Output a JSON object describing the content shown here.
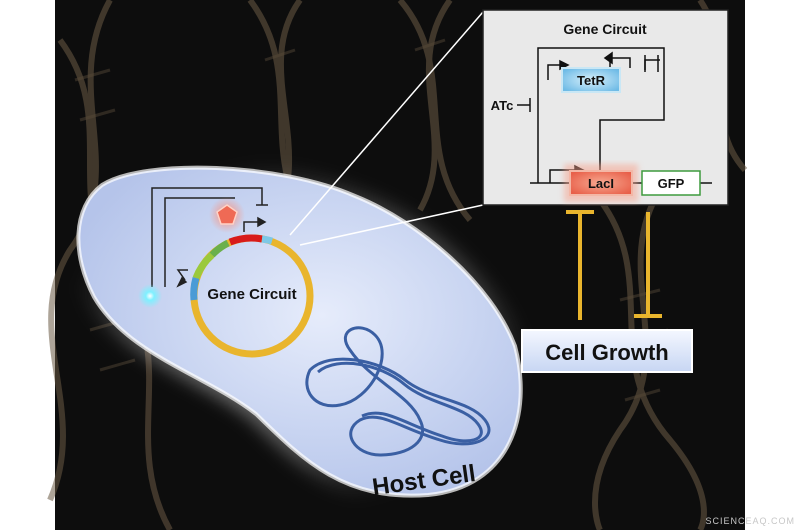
{
  "diagram": {
    "host_cell_label": "Host Cell",
    "plasmid_label": "Gene Circuit",
    "cell_growth_label": "Cell Growth",
    "inset": {
      "title": "Gene Circuit",
      "inducer_label": "ATc",
      "genes": [
        "TetR",
        "LacI",
        "GFP"
      ]
    }
  },
  "watermark": "SCIENCEAQ.COM",
  "colors": {
    "background": "#101010",
    "cell_fill": "#c9d6f1",
    "plasmid_ring": "#e9b52d",
    "inhibition_bar": "#e9b52d",
    "tetr_box": "#8ec9ea",
    "laci_box": "#f0806a",
    "gfp_box_border": "#3d9a3d",
    "chromosome": "#3a5fa3"
  },
  "icons": {
    "protein_lacI": "red-pentagon-icon",
    "protein_gfp": "cyan-glow-icon"
  }
}
